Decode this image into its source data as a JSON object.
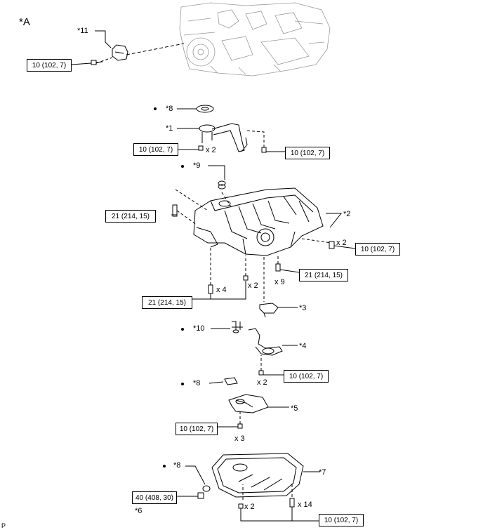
{
  "sheet_label": "*A",
  "corner_mark": "P",
  "torque_specs": {
    "t1": "10 (102, 7)",
    "t2": "10 (102, 7)",
    "t3": "10 (102, 7)",
    "t4": "21 (214, 15)",
    "t5": "10 (102, 7)",
    "t6": "21 (214, 15)",
    "t7": "21 (214, 15)",
    "t8": "10 (102, 7)",
    "t9": "10 (102, 7)",
    "t10": "40 (408, 30)",
    "t11": "10 (102, 7)"
  },
  "callouts": {
    "c11": "*11",
    "c8a": "*8",
    "c1": "*1",
    "c9": "*9",
    "c2": "*2",
    "c3": "*3",
    "c10": "*10",
    "c4": "*4",
    "c8b": "*8",
    "c5": "*5",
    "c8c": "*8",
    "c7": "*7",
    "c6": "*6"
  },
  "quantities": {
    "q1": "x 2",
    "q2": "x 2",
    "q3": "x 9",
    "q4": "x 4",
    "q5": "x 2",
    "q6": "x 2",
    "q7": "x 3",
    "q8": "x 2",
    "q9": "x 14"
  }
}
